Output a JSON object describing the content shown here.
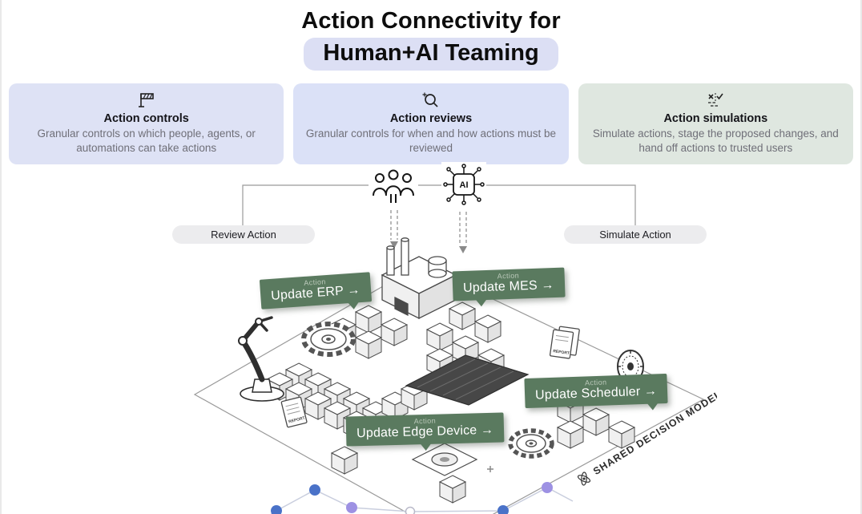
{
  "header": {
    "title_line1": "Action Connectivity for",
    "title_line2": "Human+AI Teaming"
  },
  "cards": [
    {
      "icon": "barrier-gate-icon",
      "title": "Action controls",
      "body": "Granular controls on which people, agents, or automations can take actions"
    },
    {
      "icon": "magnifier-icon",
      "title": "Action reviews",
      "body": "Granular controls for when and how actions must be reviewed"
    },
    {
      "icon": "simulation-check-icon",
      "title": "Action simulations",
      "body": "Simulate actions, stage the proposed changes, and hand off actions to trusted users"
    }
  ],
  "diagram": {
    "review_pill_label": "Review Action",
    "simulate_pill_label": "Simulate Action",
    "ai_chip_label": "AI",
    "report_label": "REPORT",
    "shared_decision_label": "SHARED DECISION MODEL",
    "action_tags": [
      {
        "eyebrow": "Action",
        "label": "Update ERP →"
      },
      {
        "eyebrow": "Action",
        "label": "Update MES →"
      },
      {
        "eyebrow": "Action",
        "label": "Update Scheduler →"
      },
      {
        "eyebrow": "Action",
        "label": "Update Edge Device →"
      }
    ]
  },
  "colors": {
    "card_lavender": "#dee2f5",
    "card_green": "#dfe7e0",
    "title_highlight": "#dcdff4",
    "action_tag_green": "#5a7a5f",
    "node_blue": "#4a72c8",
    "node_purple": "#9d91e3"
  }
}
